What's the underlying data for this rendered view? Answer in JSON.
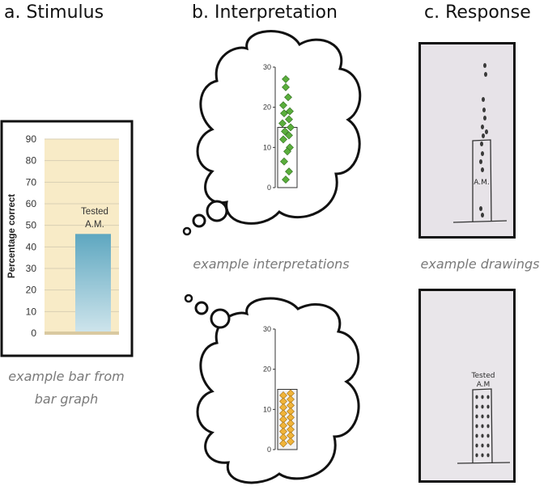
{
  "headings": {
    "a": "a. Stimulus",
    "b": "b. Interpretation",
    "c": "c. Response"
  },
  "captions": {
    "stimulus_line1": "example bar from",
    "stimulus_line2": "bar graph",
    "interpretations": "example interpretations",
    "drawings": "example drawings"
  },
  "stimulus_chart": {
    "ylabel": "Percentage correct",
    "yticks": [
      "0",
      "10",
      "20",
      "30",
      "40",
      "50",
      "60",
      "70",
      "80",
      "90"
    ],
    "bar_label_line1": "Tested",
    "bar_label_line2": "A.M.",
    "colors": {
      "background": "#f8ebc7",
      "bar_top": "#5ea7c0",
      "bar_bottom": "#cfe5ec"
    }
  },
  "interpretation_top": {
    "yticks": [
      "0",
      "10",
      "20",
      "30"
    ],
    "marker_color": "#5aae3c"
  },
  "interpretation_bottom": {
    "yticks": [
      "0",
      "10",
      "20",
      "30"
    ],
    "marker_color": "#f0b43a"
  },
  "drawing_top": {
    "bar_text": "A.M."
  },
  "drawing_bottom": {
    "bar_text_line1": "Tested",
    "bar_text_line2": "A.M"
  },
  "chart_data": [
    {
      "type": "bar",
      "categories": [
        "Tested A.M."
      ],
      "values": [
        46
      ],
      "xlabel": "",
      "ylabel": "Percentage correct",
      "ylim": [
        0,
        90
      ],
      "grid": true
    },
    {
      "type": "scatter",
      "y": [
        27,
        25,
        22.5,
        20.5,
        19,
        18.5,
        17,
        16,
        15,
        14,
        13,
        12,
        10,
        9,
        6.5,
        4,
        2
      ],
      "bar_value": 15,
      "ylim": [
        0,
        30
      ]
    },
    {
      "type": "scatter",
      "y": [
        13.5,
        12,
        10.5,
        9,
        7.5,
        6,
        4.5,
        3,
        1.5,
        14,
        12.5,
        11,
        9.5,
        8,
        6.5,
        5,
        3.5,
        2
      ],
      "bar_value": 15,
      "ylim": [
        0,
        30
      ]
    }
  ]
}
